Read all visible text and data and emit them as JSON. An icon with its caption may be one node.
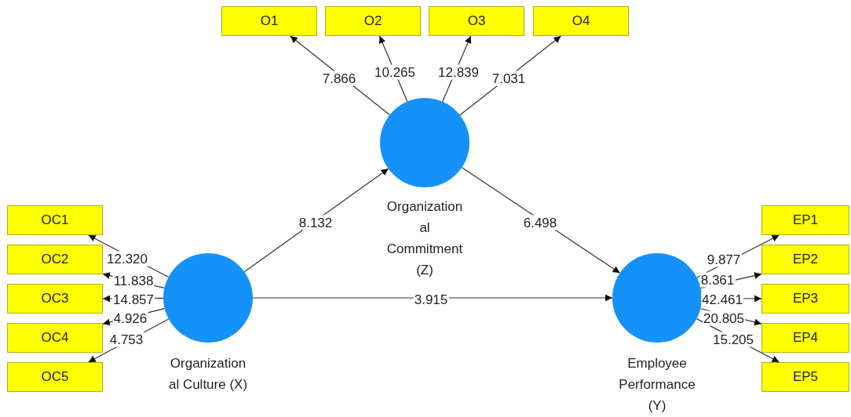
{
  "diagram": {
    "nodes": [
      {
        "text": [],
        "shape": "circle",
        "beside": [
          "Organization al Commitment (Z)"
        ]
      },
      {
        "text": [
          "O1"
        ]
      },
      {
        "text": [
          "O2"
        ]
      },
      {
        "text": [
          "O3"
        ]
      },
      {
        "text": [
          "O4"
        ]
      },
      {
        "text": [],
        "shape": "circle",
        "beside": [
          "Organization al Culture (X)"
        ]
      },
      {
        "text": [
          "OC1"
        ]
      },
      {
        "text": [
          "OC2"
        ]
      },
      {
        "text": [
          "OC3"
        ]
      },
      {
        "text": [
          "OC4"
        ]
      },
      {
        "text": [
          "OC5"
        ]
      },
      {
        "text": [],
        "shape": "circle",
        "beside": [
          "Employee Performance (Y)"
        ]
      },
      {
        "text": [
          "EP1"
        ]
      },
      {
        "text": [
          "EP2"
        ]
      },
      {
        "text": [
          "EP3"
        ]
      },
      {
        "text": [
          "EP4"
        ]
      },
      {
        "text": [
          "EP5"
        ]
      }
    ],
    "edges": [
      {
        "from": 0,
        "to": 1,
        "arrow": "to",
        "label": "7.866"
      },
      {
        "from": 0,
        "to": 2,
        "arrow": "to",
        "label": "10.265"
      },
      {
        "from": 0,
        "to": 3,
        "arrow": "to",
        "label": "12.839"
      },
      {
        "from": 0,
        "to": 4,
        "arrow": "to",
        "label": "7.031"
      },
      {
        "from": 5,
        "to": 6,
        "arrow": "to",
        "label": "12.320"
      },
      {
        "from": 5,
        "to": 7,
        "arrow": "to",
        "label": "11.838"
      },
      {
        "from": 5,
        "to": 8,
        "arrow": "to",
        "label": "14.857"
      },
      {
        "from": 5,
        "to": 9,
        "arrow": "to",
        "label": "4.926"
      },
      {
        "from": 5,
        "to": 10,
        "arrow": "to",
        "label": "4.753"
      },
      {
        "from": 11,
        "to": 12,
        "arrow": "to",
        "label": "9.877"
      },
      {
        "from": 11,
        "to": 13,
        "arrow": "to",
        "label": "8.361"
      },
      {
        "from": 11,
        "to": 14,
        "arrow": "to",
        "label": "42.461"
      },
      {
        "from": 11,
        "to": 15,
        "arrow": "to",
        "label": "20.805"
      },
      {
        "from": 11,
        "to": 16,
        "arrow": "to",
        "label": "15.205"
      },
      {
        "from": 5,
        "to": 0,
        "arrow": "to",
        "label": "8.132"
      },
      {
        "from": 0,
        "to": 11,
        "arrow": "to",
        "label": "6.498"
      },
      {
        "from": 5,
        "to": 11,
        "arrow": "to",
        "label": "3.915"
      }
    ]
  }
}
